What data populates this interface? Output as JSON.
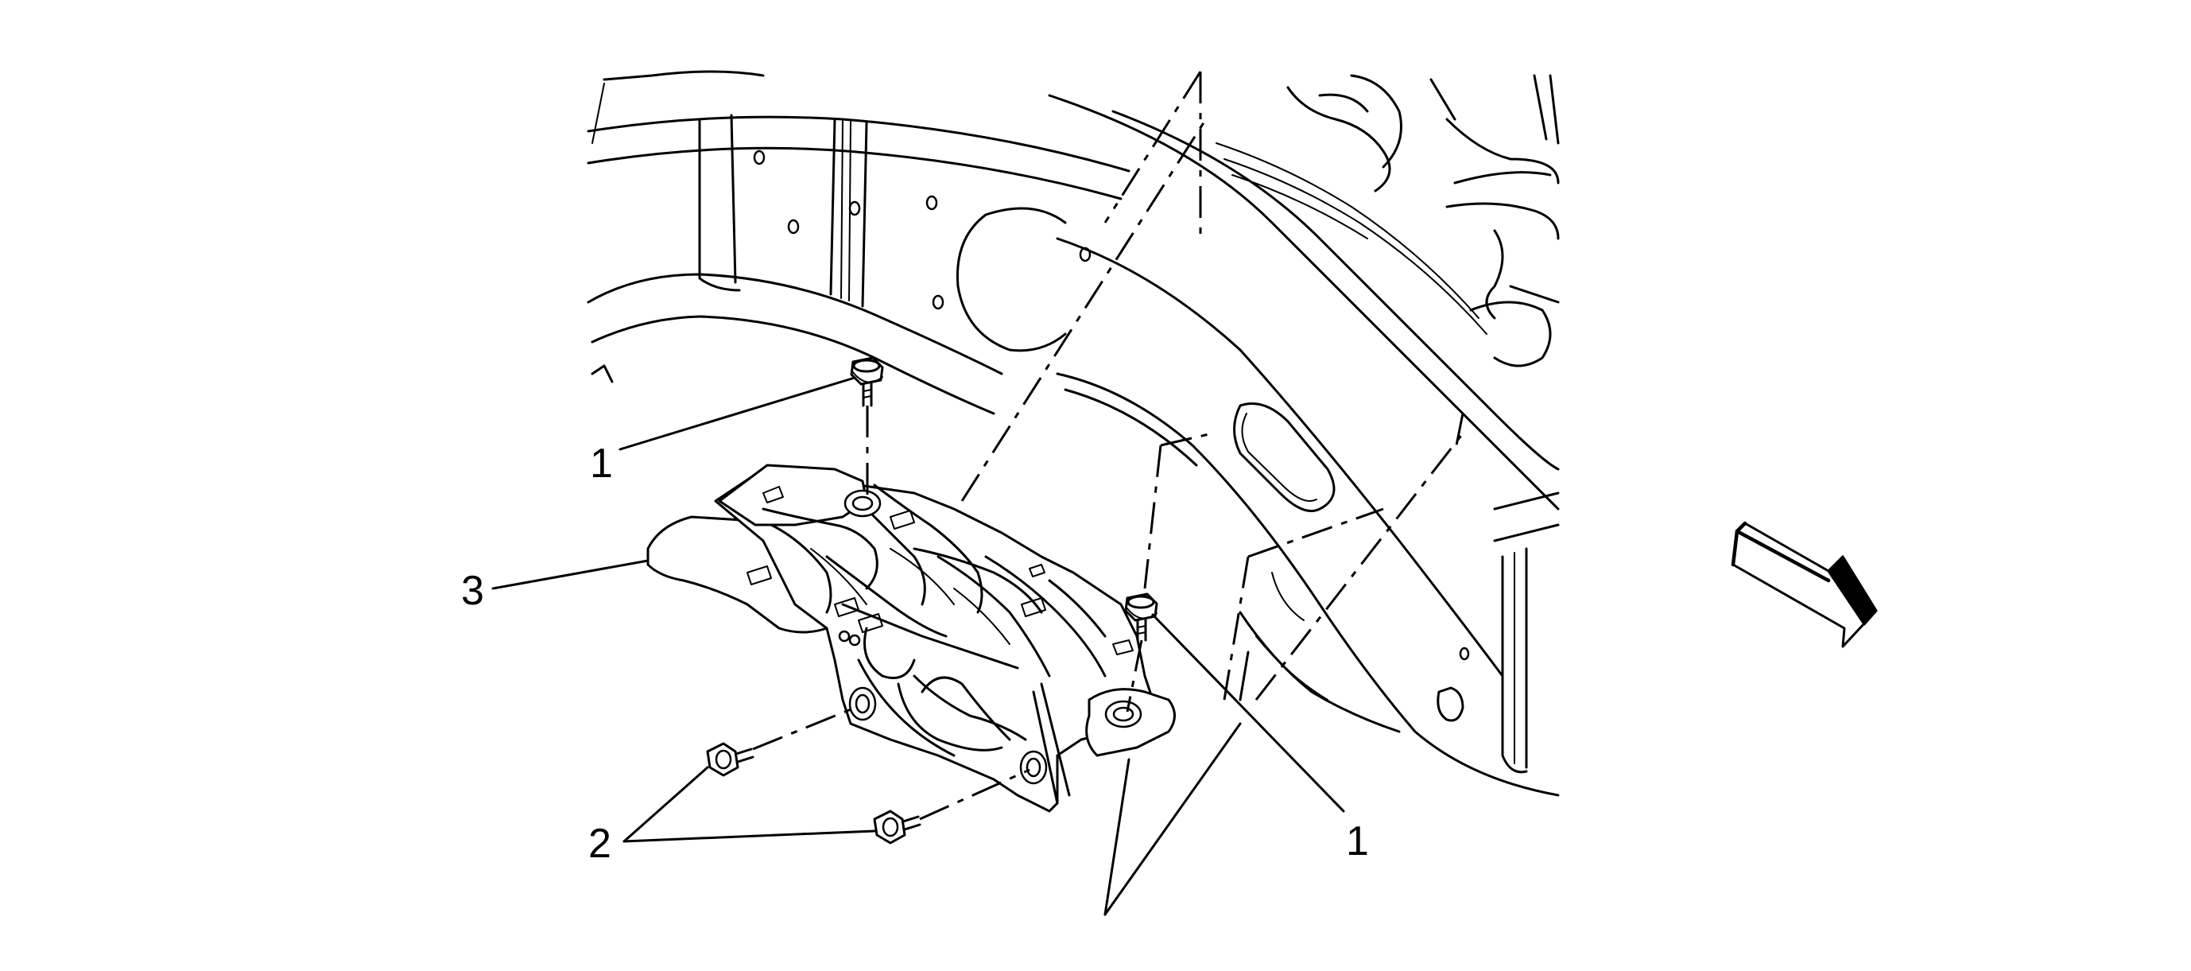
{
  "diagram": {
    "callouts": [
      {
        "id": "callout-1-left",
        "text": "1"
      },
      {
        "id": "callout-1-right",
        "text": "1"
      },
      {
        "id": "callout-2",
        "text": "2"
      },
      {
        "id": "callout-3",
        "text": "3"
      }
    ],
    "parts": [
      {
        "ref": "1",
        "name": "bolt"
      },
      {
        "ref": "2",
        "name": "bolt"
      },
      {
        "ref": "3",
        "name": "bracket"
      }
    ],
    "icons": [
      "direction-arrow-icon"
    ],
    "colors": {
      "line": "#000000",
      "background": "#ffffff"
    }
  }
}
